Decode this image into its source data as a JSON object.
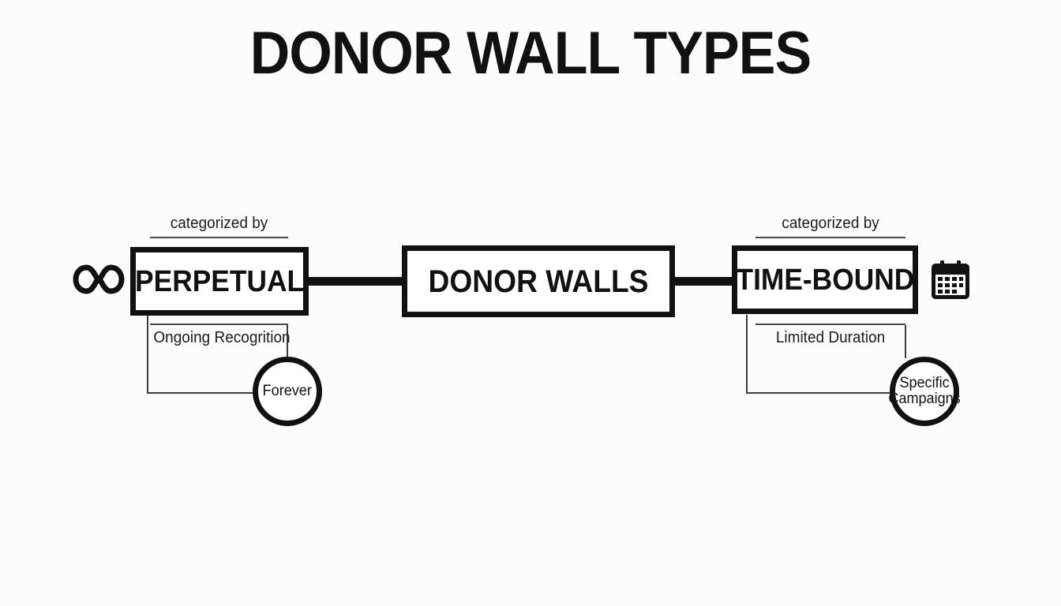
{
  "page": {
    "title": "DONOR WALL TYPES",
    "background_color": "#fcfcfc",
    "ink_color": "#111111",
    "thin_line_color": "#3d3d3d"
  },
  "diagram": {
    "type": "entity-relationship",
    "central_node": {
      "label": "DONOR WALLS",
      "name": "donor-walls"
    },
    "branches": [
      {
        "name": "perpetual",
        "side": "left",
        "node_label": "PERPETUAL",
        "relationship_label": "categorized by",
        "attribute_label": "Ongoing Recogrition",
        "value_label": "Forever",
        "icon": "infinity-icon"
      },
      {
        "name": "time-bound",
        "side": "right",
        "node_label": "TIME-BOUND",
        "relationship_label": "categorized by",
        "attribute_label": "Limited Duration",
        "value_label": "Specific Campaigns",
        "value_label_line1": "Specific",
        "value_label_line2": "Campaigns",
        "icon": "calendar-icon"
      }
    ]
  }
}
